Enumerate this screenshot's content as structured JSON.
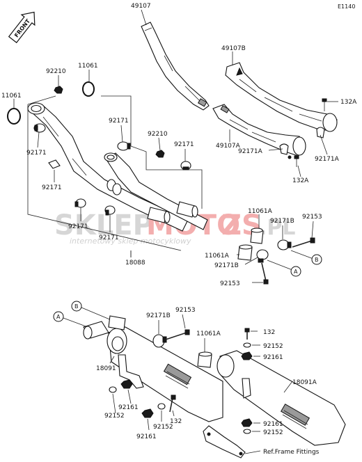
{
  "diagram_code": "E1140",
  "front_label": "FRONT",
  "watermark": {
    "brand_left": "SKLEP",
    "brand_mid": "MOTO",
    "brand_right": "ZS",
    "brand_suffix": ".PL",
    "tagline": "internetowy sklep motocyklowy",
    "colors": {
      "grey": "#d0d0d0",
      "red": "#f2a0a0"
    }
  },
  "callouts": {
    "a": "A",
    "b": "B"
  },
  "labels": {
    "p49107": "49107",
    "p49107b": "49107B",
    "p49107a": "49107A",
    "p132a_1": "132A",
    "p132a_2": "132A",
    "p92171a_1": "92171A",
    "p92171a_2": "92171A",
    "p11061_left": "11061",
    "p92210_1": "92210",
    "p11061_top": "11061",
    "p92171_1": "92171",
    "p92171_2": "92171",
    "p92210_2": "92210",
    "p92171_3": "92171",
    "p92171_4": "92171",
    "p92171_5": "92171",
    "p92171_6": "92171",
    "p18088": "18088",
    "p11061a_1": "11061A",
    "p92153_1": "92153",
    "p92171b_1": "92171B",
    "p11061a_2": "11061A",
    "p92171b_2": "92171B",
    "p92153_2": "92153",
    "p92171b_3": "92171B",
    "p92153_3": "92153",
    "p11061a_3": "11061A",
    "p132_1": "132",
    "p92152_1": "92152",
    "p92161_1": "92161",
    "p18091": "18091",
    "p18091a": "18091A",
    "p92161_2": "92161",
    "p92152_2": "92152",
    "p92152_3": "92152",
    "p132_2": "132",
    "p92161_3": "92161",
    "p92161_4": "92161",
    "p92152_4": "92152",
    "ref_frame": "Ref.Frame Fittings"
  }
}
